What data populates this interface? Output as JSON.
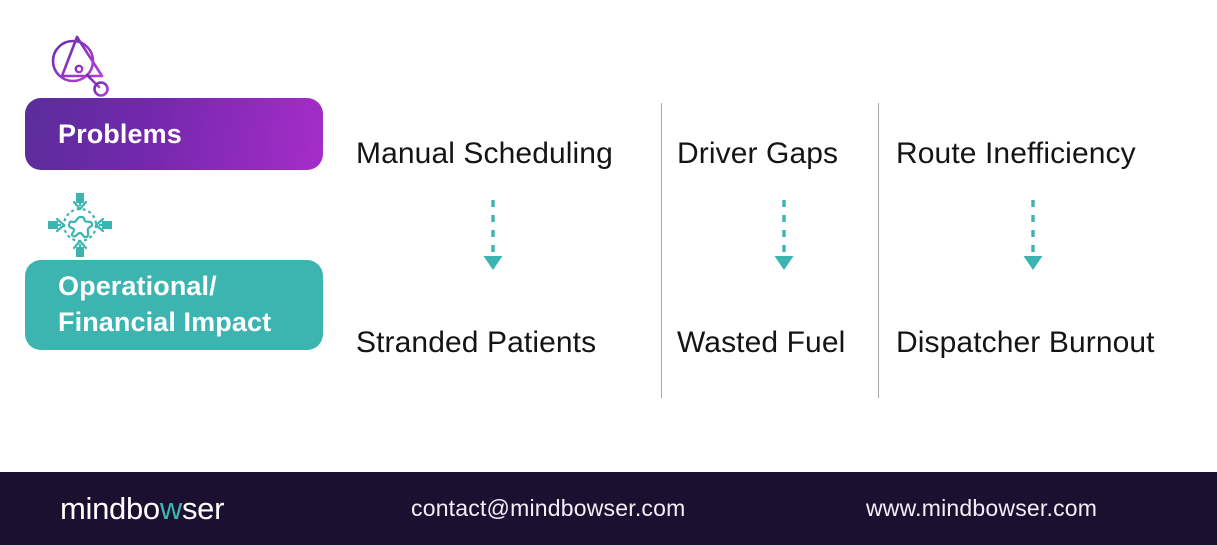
{
  "rail": {
    "problems_icon": "warning-magnifier-icon",
    "problems_badge_label": "Problems",
    "impact_icon": "converging-arrows-impact-icon",
    "impact_badge_line1": "Operational/",
    "impact_badge_line2": "Financial Impact"
  },
  "columns": [
    {
      "problem": "Manual Scheduling",
      "arrow": "down-dashed-arrow",
      "impact": "Stranded Patients"
    },
    {
      "problem": "Driver Gaps",
      "arrow": "down-dashed-arrow",
      "impact": "Wasted Fuel"
    },
    {
      "problem": "Route Inefficiency",
      "arrow": "down-dashed-arrow",
      "impact": "Dispatcher Burnout"
    }
  ],
  "footer": {
    "logo_part1": "mindbo",
    "logo_accent": "w",
    "logo_part2": "ser",
    "email": "contact@mindbowser.com",
    "website": "www.mindbowser.com"
  },
  "colors": {
    "purple_dark": "#5a2d9b",
    "purple_light": "#a62dc9",
    "teal": "#3cb4b0",
    "footer_bg": "#1c1031",
    "text_dark": "#141414",
    "divider": "#a9a9ad"
  }
}
